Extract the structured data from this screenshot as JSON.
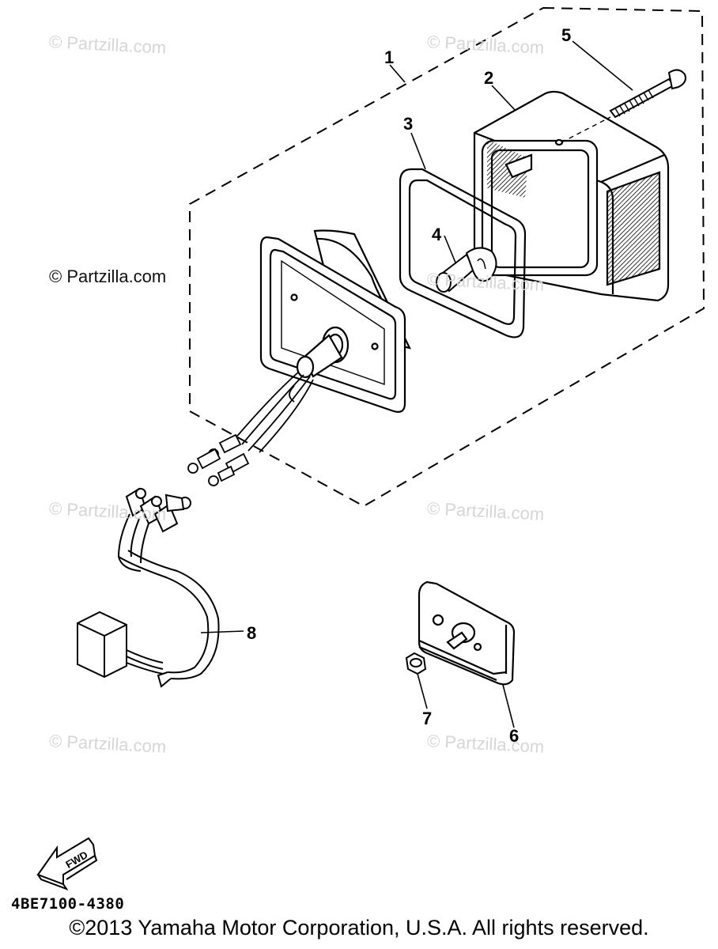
{
  "watermarks": [
    "© Partzilla.com",
    "© Partzilla.com",
    "© Partzilla.com",
    "© Partzilla.com",
    "© Partzilla.com",
    "© Partzilla.com",
    "© Partzilla.com"
  ],
  "watermark_prominent": "© Partzilla.com",
  "callouts": {
    "c1": "1",
    "c2": "2",
    "c3": "3",
    "c4": "4",
    "c5": "5",
    "c6": "6",
    "c7": "7",
    "c8": "8"
  },
  "direction_badge": "FWD",
  "diagram_code": "4BE7100-4380",
  "copyright": "©2013 Yamaha Motor Corporation, U.S.A. All rights reserved.",
  "colors": {
    "ink": "#000000",
    "watermark": "#d6d6d6",
    "background": "#ffffff"
  }
}
